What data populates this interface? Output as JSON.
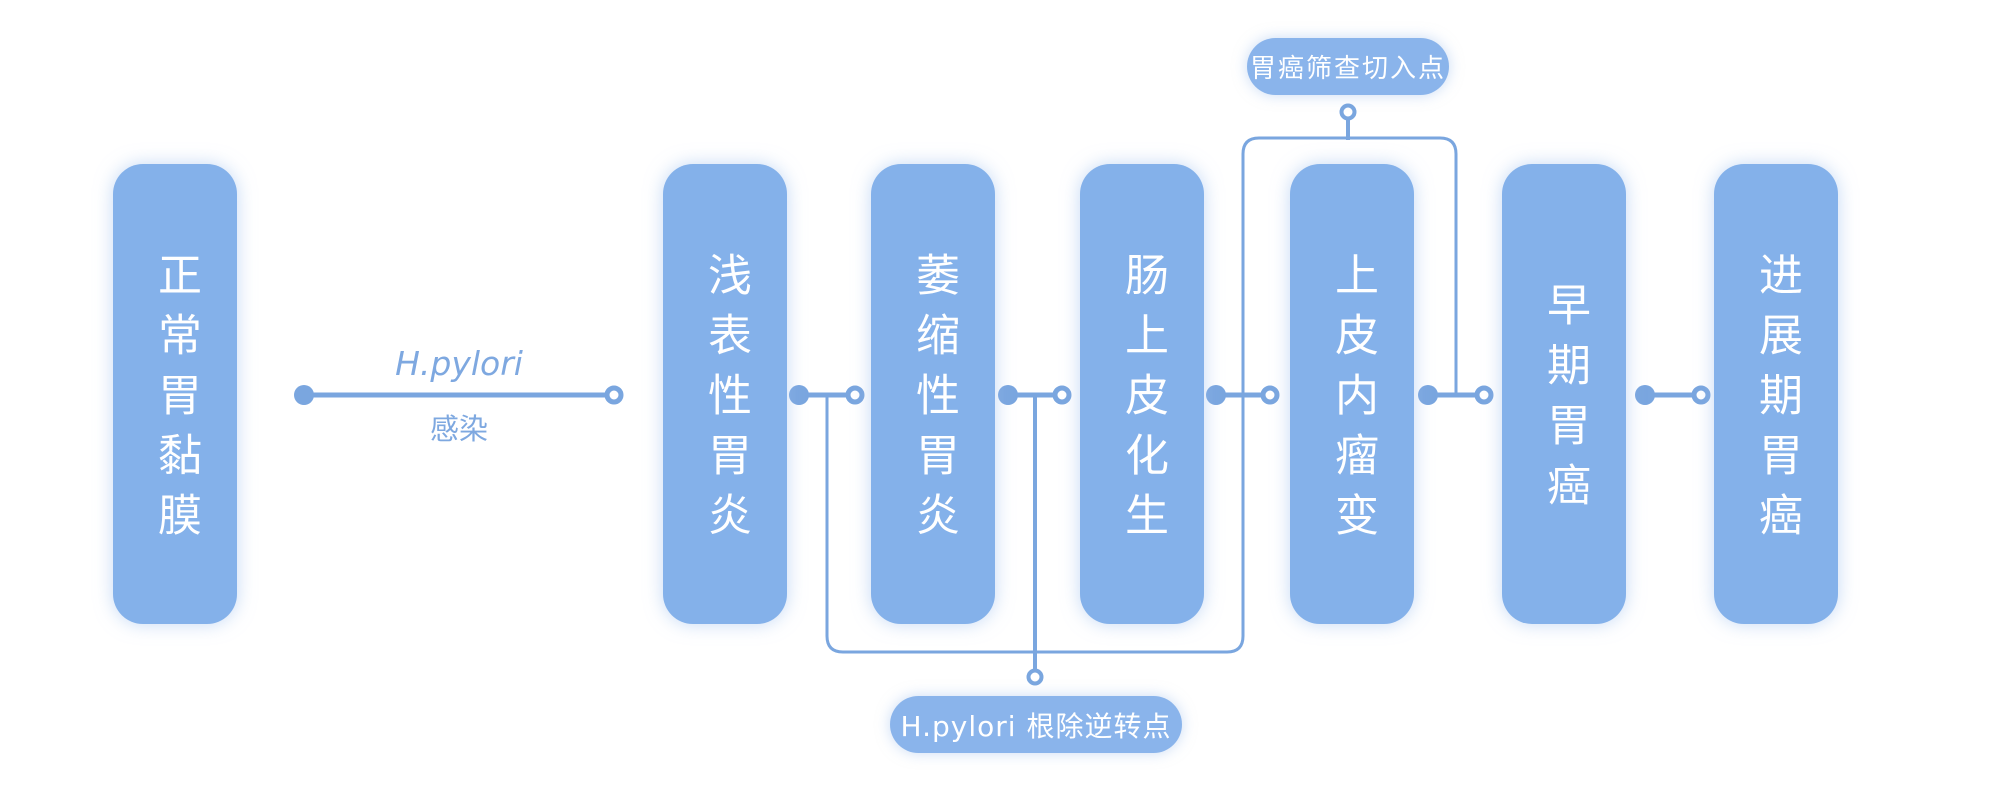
{
  "stages": [
    {
      "label": "正常胃黏膜"
    },
    {
      "label": "浅表性胃炎"
    },
    {
      "label": "萎缩性胃炎"
    },
    {
      "label": "肠上皮化生"
    },
    {
      "label": "上皮内瘤变"
    },
    {
      "label": "早期胃癌"
    },
    {
      "label": "进展期胃癌"
    }
  ],
  "edge_label": {
    "title": "H.pylori",
    "subtitle": "感染"
  },
  "annotations": {
    "screening_entry": "胃癌筛查切入点",
    "eradication_reversal": "H.pylori 根除逆转点"
  },
  "colors": {
    "background": "#ffffff",
    "node_fill": "#84b1ea",
    "pill_fill": "#8ab4eb",
    "line": "#7aa6df",
    "label_text": "#7ea8e0",
    "node_text": "#ffffff"
  }
}
